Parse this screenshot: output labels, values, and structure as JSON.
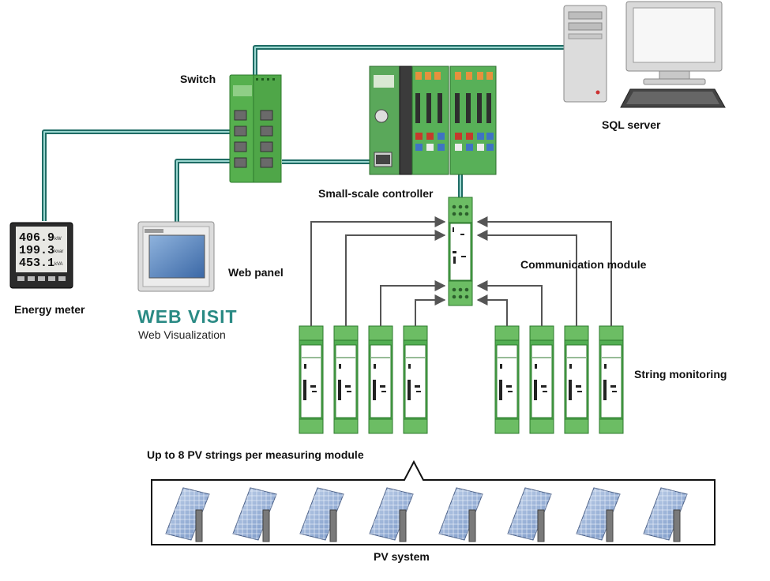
{
  "labels": {
    "switch": "Switch",
    "sql_server": "SQL server",
    "controller": "Small-scale controller",
    "web_panel": "Web panel",
    "energy_meter": "Energy meter",
    "communication_module": "Communication module",
    "string_monitoring": "String monitoring",
    "up_to_8": "Up to 8 PV strings per measuring module",
    "pv_system": "PV system"
  },
  "web_visit": {
    "brand": "WEB VISIT",
    "subtitle": "Web Visualization"
  },
  "energy_meter_display": [
    "406.9",
    "199.3",
    "453.1"
  ],
  "energy_meter_units": [
    "kW",
    "kvar",
    "kVA"
  ],
  "string_module_count": 8,
  "pv_panel_count": 8,
  "colors": {
    "cable": "#2e8b83",
    "module_green": "#52ae52",
    "arrow": "#555555",
    "brand": "#2a8a84"
  }
}
